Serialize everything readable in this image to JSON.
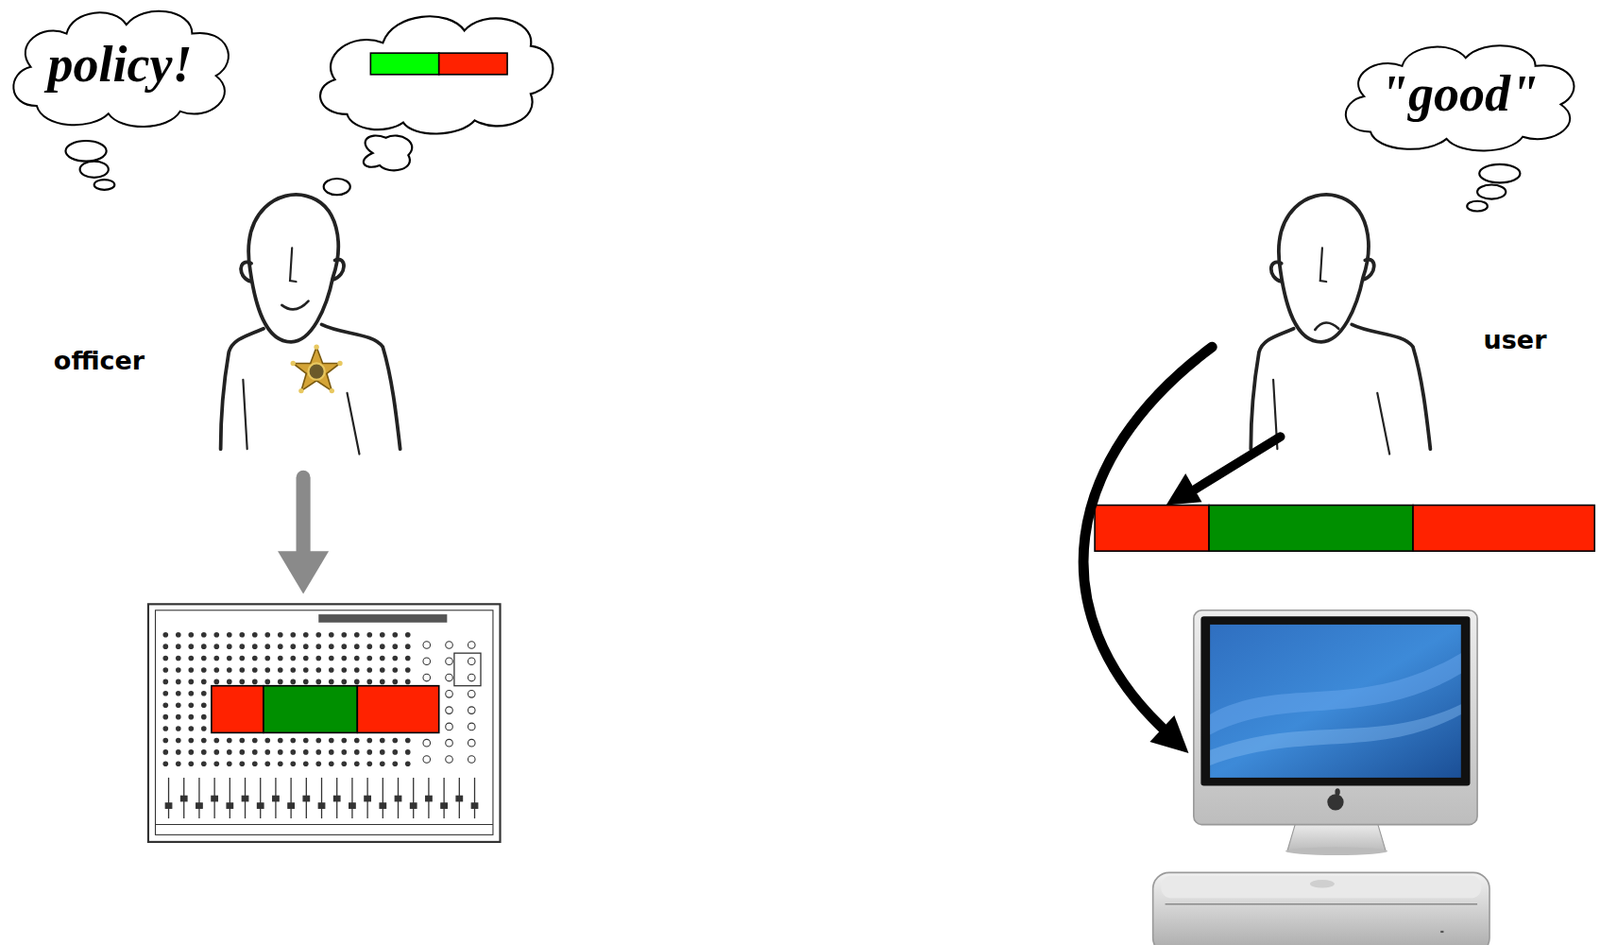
{
  "diagram": {
    "nodes": [
      {
        "text": [
          "policy!"
        ]
      },
      {
        "text": [
          "\"good\""
        ]
      }
    ],
    "labels": [
      "officer",
      "user"
    ]
  }
}
